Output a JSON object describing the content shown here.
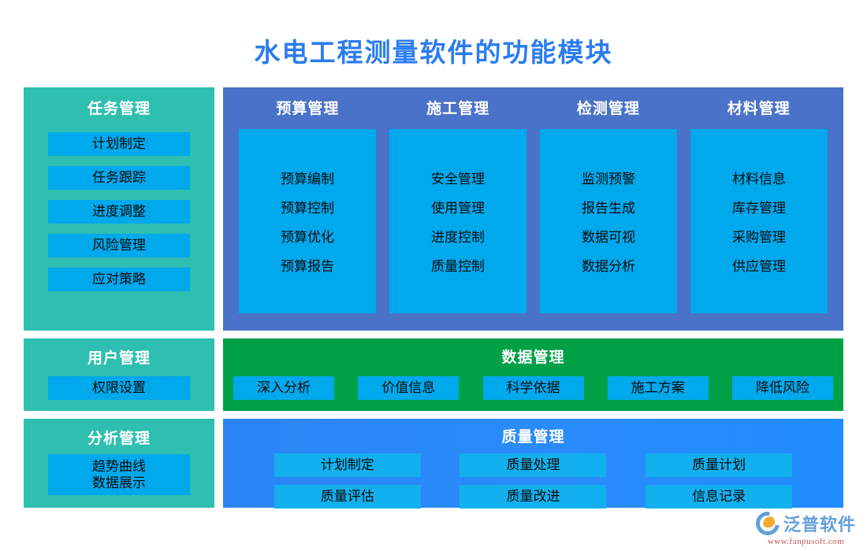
{
  "title": "水电工程测量软件的功能模块",
  "colors": {
    "title": "#2b7cf0",
    "teal_panel": "#2fbfb0",
    "slate_panel": "#4a72c8",
    "green_panel": "#00a046",
    "quality_panel": "#2b84f5",
    "chip": "#00a8ec"
  },
  "task_panel": {
    "title": "任务管理",
    "items": [
      "计划制定",
      "任务跟踪",
      "进度调整",
      "风险管理",
      "应对策略"
    ]
  },
  "modules_panel": {
    "columns": [
      {
        "title": "预算管理",
        "items": [
          "预算编制",
          "预算控制",
          "预算优化",
          "预算报告"
        ]
      },
      {
        "title": "施工管理",
        "items": [
          "安全管理",
          "使用管理",
          "进度控制",
          "质量控制"
        ]
      },
      {
        "title": "检测管理",
        "items": [
          "监测预警",
          "报告生成",
          "数据可视",
          "数据分析"
        ]
      },
      {
        "title": "材料管理",
        "items": [
          "材料信息",
          "库存管理",
          "采购管理",
          "供应管理"
        ]
      }
    ]
  },
  "user_panel": {
    "title": "用户管理",
    "items": [
      "权限设置"
    ]
  },
  "data_panel": {
    "title": "数据管理",
    "items": [
      "深入分析",
      "价值信息",
      "科学依据",
      "施工方案",
      "降低风险"
    ]
  },
  "analysis_panel": {
    "title": "分析管理",
    "item_lines": [
      "趋势曲线",
      "数据展示"
    ]
  },
  "quality_panel": {
    "title": "质量管理",
    "items": [
      "计划制定",
      "质量处理",
      "质量计划",
      "质量评估",
      "质量改进",
      "信息记录"
    ]
  },
  "watermark": {
    "name": "泛普软件",
    "url": "www.fanpusoft.com"
  }
}
